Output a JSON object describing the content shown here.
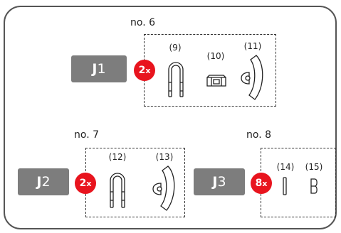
{
  "groups": [
    {
      "no_label": "no. 6",
      "code_letter": "J",
      "code_digit": "1",
      "quantity": "2x",
      "parts": [
        {
          "num": "(9)",
          "icon": "u-bolt-icon"
        },
        {
          "num": "(10)",
          "icon": "clamp-plate-icon"
        },
        {
          "num": "(11)",
          "icon": "curved-saddle-icon"
        }
      ]
    },
    {
      "no_label": "no. 7",
      "code_letter": "J",
      "code_digit": "2",
      "quantity": "2x",
      "parts": [
        {
          "num": "(12)",
          "icon": "u-bolt-icon"
        },
        {
          "num": "(13)",
          "icon": "curved-saddle-icon"
        }
      ]
    },
    {
      "no_label": "no. 8",
      "code_letter": "J",
      "code_digit": "3",
      "quantity": "8x",
      "parts": [
        {
          "num": "(14)",
          "icon": "pin-icon"
        },
        {
          "num": "(15)",
          "icon": "cap-icon"
        }
      ]
    }
  ],
  "colors": {
    "badge": "#e8141e",
    "code_box": "#7d7d7d",
    "frame": "#555555"
  }
}
